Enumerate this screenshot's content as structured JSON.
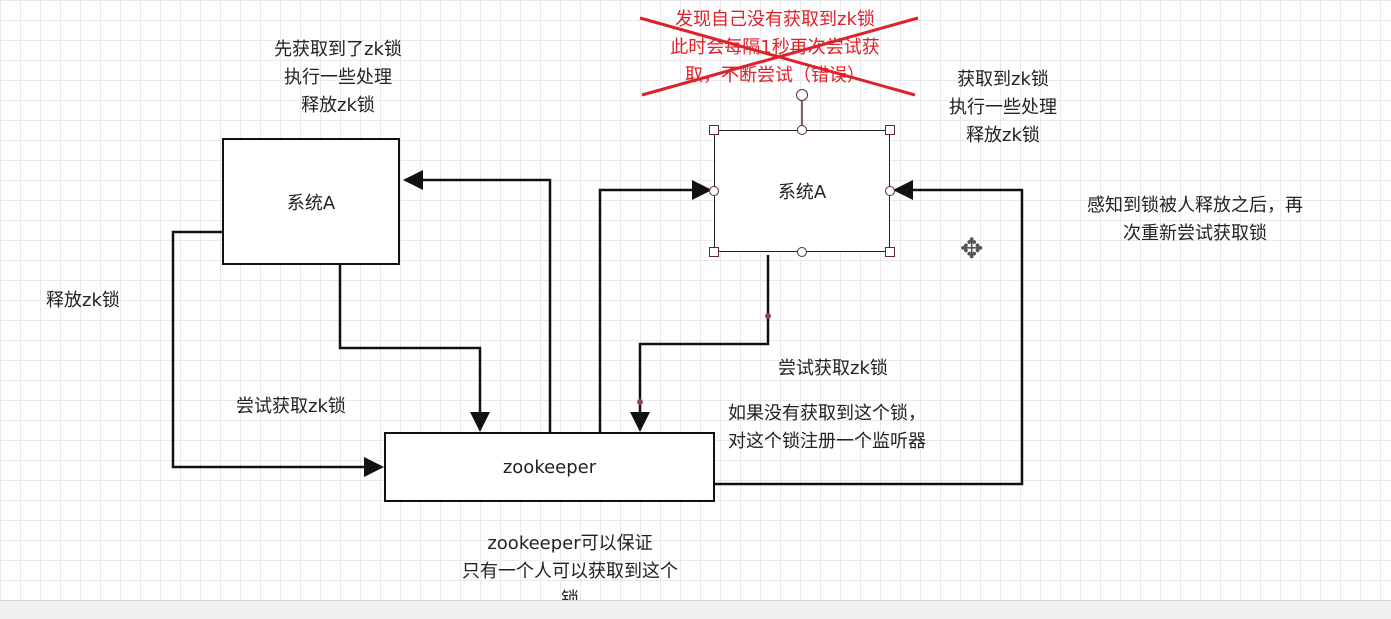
{
  "system_left": {
    "label": "系统A"
  },
  "system_right": {
    "label": "系统A"
  },
  "zookeeper": {
    "label": "zookeeper"
  },
  "notes": {
    "left_top": [
      "先获取到了zk锁",
      "执行一些处理",
      "释放zk锁"
    ],
    "right_top": [
      "获取到zk锁",
      "执行一些处理",
      "释放zk锁"
    ],
    "crossed_out": [
      "发现自己没有获取到zk锁",
      "此时会每隔1秒再次尝试获",
      "取，不断尝试（错误）"
    ],
    "release_left": "释放zk锁",
    "try_left": "尝试获取zk锁",
    "try_right": "尝试获取zk锁",
    "if_not": [
      "如果没有获取到这个锁，",
      "对这个锁注册一个监听器"
    ],
    "sense": [
      "感知到锁被人释放之后，再",
      "次重新尝试获取锁"
    ],
    "zk_guarantee": [
      "zookeeper可以保证",
      "只有一个人可以获取到这个",
      "锁"
    ]
  },
  "colors": {
    "line": "#111111",
    "strike": "#e0202a",
    "handle": "#5a2a3a"
  },
  "icons": {
    "cursor": "move-cursor-icon"
  }
}
